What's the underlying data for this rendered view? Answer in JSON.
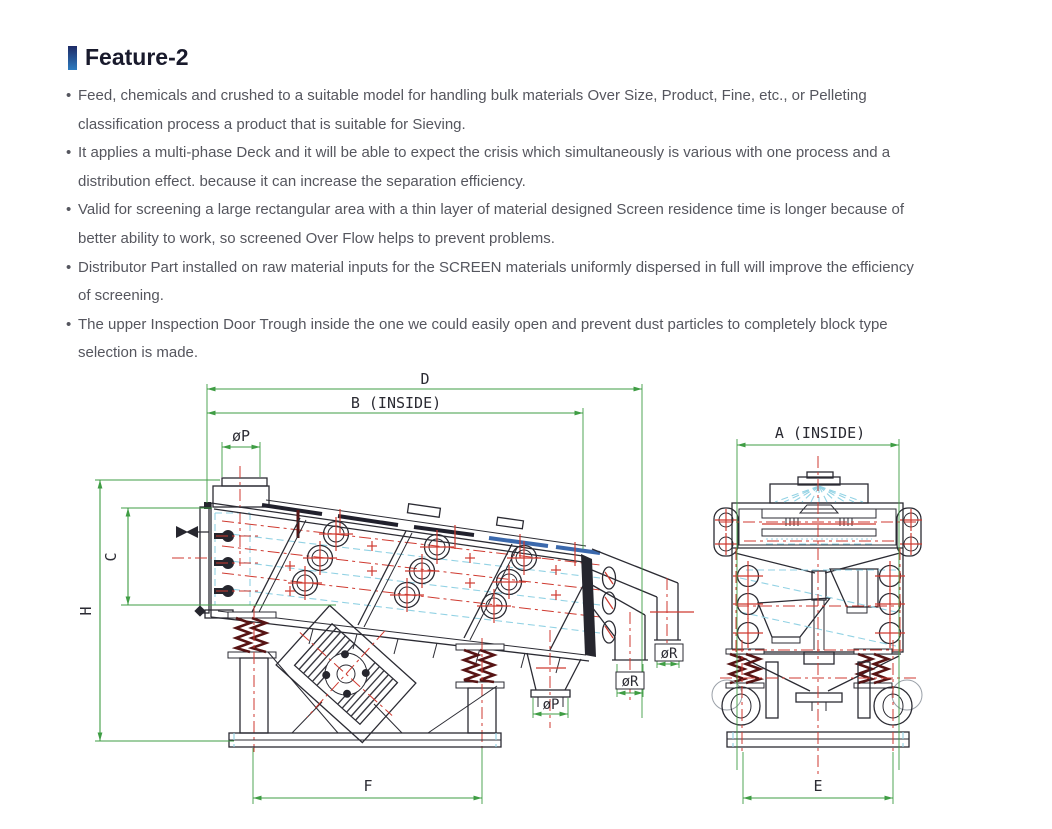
{
  "header": {
    "title": "Feature-2"
  },
  "content": {
    "bullet_char": "•",
    "bullets": [
      "Feed, chemicals and crushed to a suitable model for handling bulk materials Over Size, Product, Fine, etc., or Pelleting\nclassification process a product that is suitable for Sieving.",
      "It applies a multi-phase Deck and it will be able to expect the crisis which simultaneously is various with one process and a\ndistribution effect. because it can increase the separation efficiency.",
      "Valid for screening a large rectangular area with a thin layer of material designed Screen residence time is longer because of\nbetter ability to work, so screened Over Flow helps to prevent problems.",
      "Distributor Part installed on raw material inputs for the SCREEN materials uniformly dispersed in full will improve the efficiency\nof screening.",
      "The upper Inspection Door Trough inside the one we could easily open and prevent dust particles to completely block type\nselection is made."
    ]
  },
  "drawing": {
    "labels": {
      "d": "D",
      "b_inside": "B (INSIDE)",
      "p_top": "øP",
      "a_inside": "A (INSIDE)",
      "c": "C",
      "h": "H",
      "r_upper": "øR",
      "r_lower": "øR",
      "p_side": "øP",
      "f": "F",
      "e": "E"
    }
  },
  "theme": {
    "accent-top": "#1e2b66",
    "accent-bottom": "#2d7cc0",
    "heading": "#191a2c",
    "body-text": "#55565e",
    "line": "#2b2b33",
    "dim": "#3f9d44",
    "center": "#cf3a30",
    "hidden": "#92d2e4",
    "spring": "#571414",
    "clamp-blue": "#3b69ad"
  }
}
